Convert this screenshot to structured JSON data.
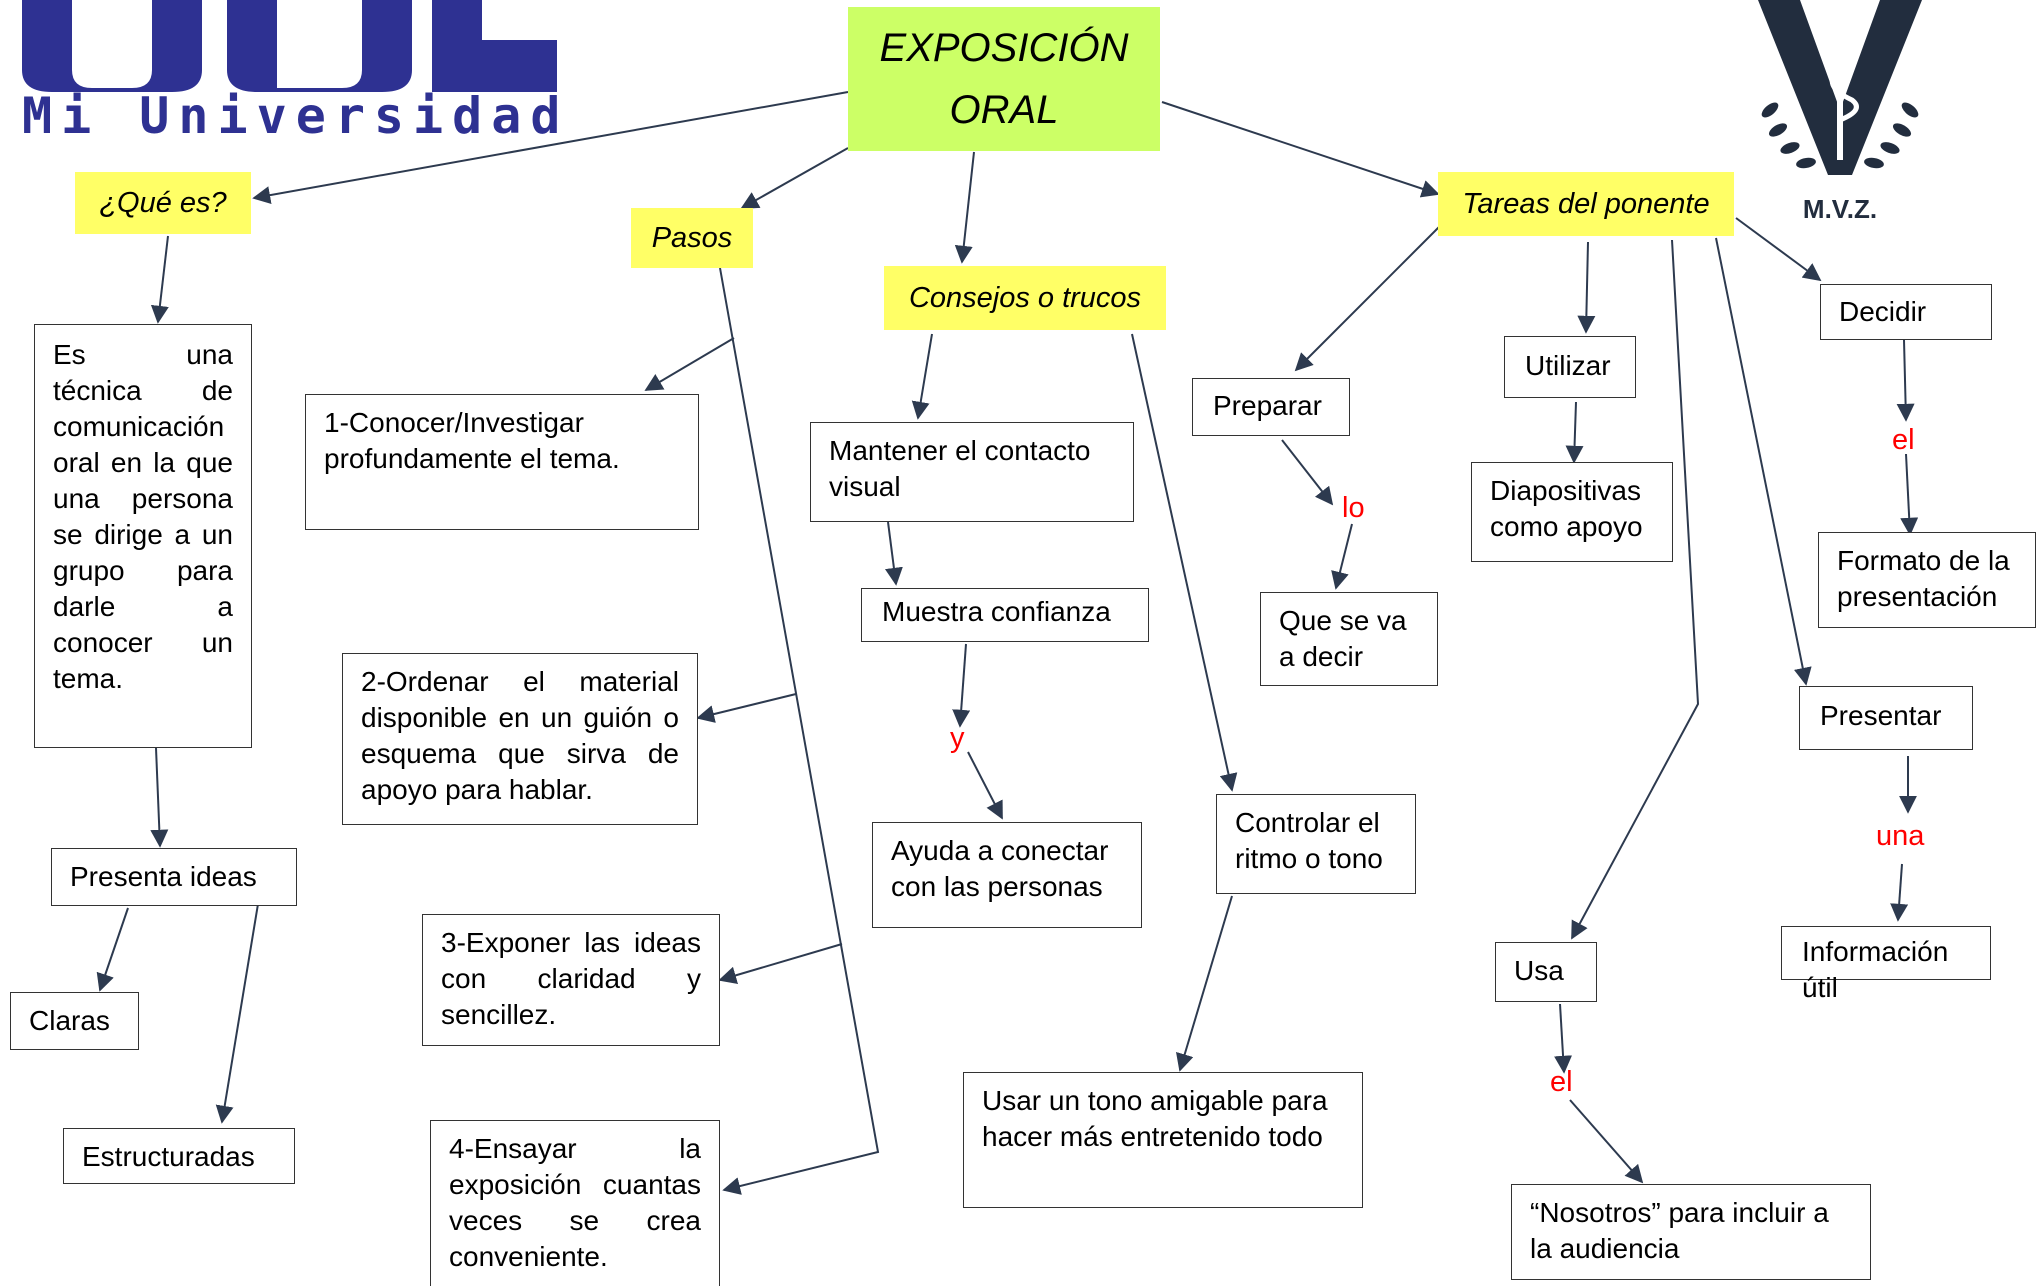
{
  "title": "EXPOSICIÓN ORAL",
  "logos": {
    "left_text": "Mi Universidad",
    "right_text": "M.V.Z."
  },
  "categories": {
    "que_es": "¿Qué es?",
    "pasos": "Pasos",
    "consejos": "Consejos o trucos",
    "tareas": "Tareas del ponente"
  },
  "que_es": {
    "definition": "Es una técnica de comunicación oral en la que una persona se dirige a un grupo para darle a conocer un tema.",
    "presenta": "Presenta ideas",
    "claras": "Claras",
    "estructuradas": "Estructuradas"
  },
  "pasos": {
    "step1": "1-Conocer/Investigar profundamente el tema.",
    "step2": "2-Ordenar el material disponible en un guión o esquema que sirva de apoyo para hablar.",
    "step3": "3-Exponer las ideas con claridad y sencillez.",
    "step4": "4-Ensayar la exposición cuantas veces se crea conveniente."
  },
  "consejos": {
    "contacto": "Mantener el contacto visual",
    "confianza": "Muestra confianza",
    "conn_y": "y",
    "conectar": "Ayuda a conectar con las personas",
    "ritmo": "Controlar el ritmo o tono",
    "tono": "Usar un tono amigable para hacer más entretenido todo"
  },
  "tareas": {
    "preparar": "Preparar",
    "conn_lo": "lo",
    "que_decir": "Que se va a decir",
    "utilizar": "Utilizar",
    "diapositivas": "Diapositivas como apoyo",
    "usa": "Usa",
    "conn_el_usa": "el",
    "nosotros": "“Nosotros” para incluir a la audiencia",
    "decidir": "Decidir",
    "conn_el_decidir": "el",
    "formato": "Formato de la presentación",
    "presentar": "Presentar",
    "conn_una": "una",
    "informacion": "Información útil"
  }
}
